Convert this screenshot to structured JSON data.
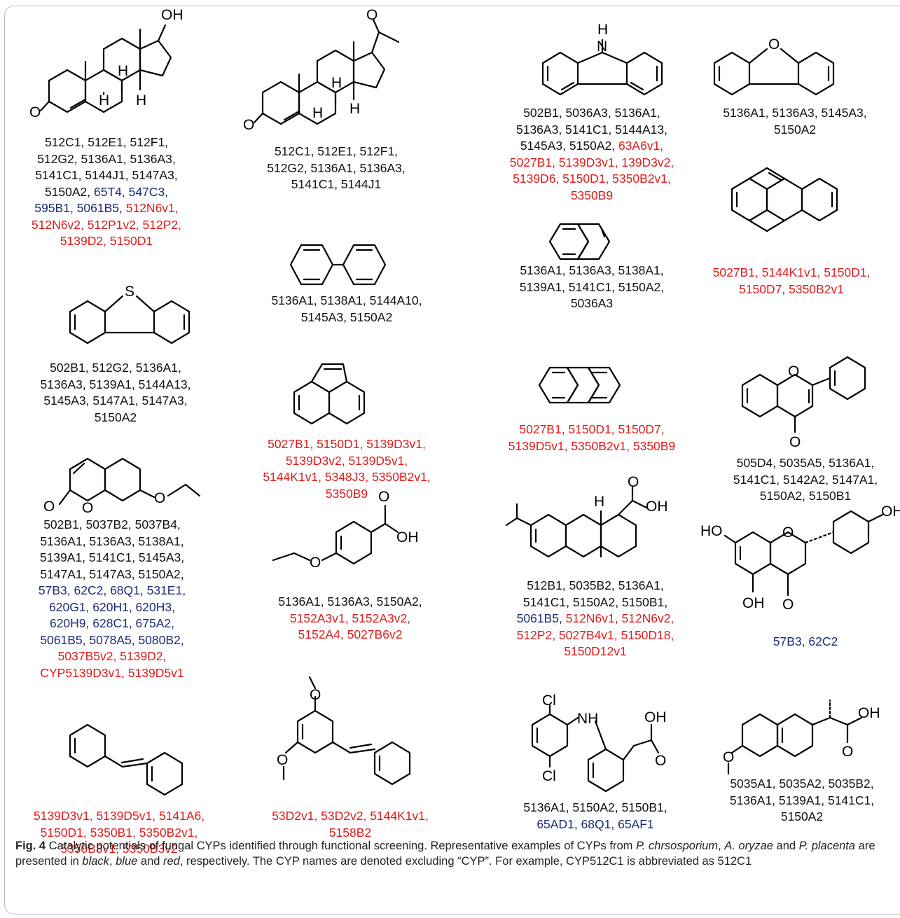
{
  "figure": {
    "label": "Fig. 4",
    "caption": [
      {
        "t": " Catalytic potentials of fungal CYPs identified through functional screening. Representative examples of CYPs from ",
        "i": false
      },
      {
        "t": "P. chrsosporium",
        "i": true
      },
      {
        "t": ", ",
        "i": false
      },
      {
        "t": "A. oryzae",
        "i": true
      },
      {
        "t": " and ",
        "i": false
      },
      {
        "t": "P. placenta",
        "i": true
      },
      {
        "t": " are presented in ",
        "i": false
      },
      {
        "t": "black",
        "i": true
      },
      {
        "t": ", ",
        "i": false
      },
      {
        "t": "blue",
        "i": true
      },
      {
        "t": " and ",
        "i": false
      },
      {
        "t": "red",
        "i": true
      },
      {
        "t": ", respectively. The CYP names are denoted excluding “CYP”. For example, CYP512C1 is abbreviated as 512C1",
        "i": false
      }
    ]
  },
  "colors": {
    "black": "#111111",
    "blue": "#1d2a78",
    "red": "#e21a1a"
  },
  "atoms": {
    "OH": "OH",
    "O": "O",
    "H": "H",
    "S": "S",
    "N": "N",
    "HO": "HO",
    "Cl": "Cl",
    "NH": "NH"
  },
  "cells": {
    "testosterone": [
      [
        {
          "t": "512C1, 512E1, 512F1,",
          "c": "k"
        }
      ],
      [
        {
          "t": "512G2, 5136A1, 5136A3,",
          "c": "k"
        }
      ],
      [
        {
          "t": "5141C1, 5144J1, 5147A3,",
          "c": "k"
        }
      ],
      [
        {
          "t": "5150A2, ",
          "c": "k"
        },
        {
          "t": "65T4, 547C3,",
          "c": "b"
        }
      ],
      [
        {
          "t": "595B1, 5061B5, ",
          "c": "b"
        },
        {
          "t": "512N6v1,",
          "c": "r"
        }
      ],
      [
        {
          "t": "512N6v2, 512P1v2, 512P2,",
          "c": "r"
        }
      ],
      [
        {
          "t": "5139D2, 5150D1",
          "c": "r"
        }
      ]
    ],
    "progesterone": [
      [
        {
          "t": "512C1, 512E1, 512F1,",
          "c": "k"
        }
      ],
      [
        {
          "t": "512G2, 5136A1, 5136A3,",
          "c": "k"
        }
      ],
      [
        {
          "t": "5141C1,  5144J1",
          "c": "k"
        }
      ]
    ],
    "carbazole": [
      [
        {
          "t": "502B1, 5036A3, 5136A1,",
          "c": "k"
        }
      ],
      [
        {
          "t": "5136A3, 5141C1, 5144A13,",
          "c": "k"
        }
      ],
      [
        {
          "t": "5145A3, 5150A2, ",
          "c": "k"
        },
        {
          "t": "63A6v1,",
          "c": "r"
        }
      ],
      [
        {
          "t": "5027B1, 5139D3v1, 139D3v2,",
          "c": "r"
        }
      ],
      [
        {
          "t": "5139D6, 5150D1, 5350B2v1,",
          "c": "r"
        }
      ],
      [
        {
          "t": "5350B9",
          "c": "r"
        }
      ]
    ],
    "dibenzofuran": [
      [
        {
          "t": "5136A1, 5136A3, 5145A3,",
          "c": "k"
        }
      ],
      [
        {
          "t": "5150A2",
          "c": "k"
        }
      ]
    ],
    "dibenzothiophene": [
      [
        {
          "t": "502B1, 512G2, 5136A1,",
          "c": "k"
        }
      ],
      [
        {
          "t": "5136A3, 5139A1, 5144A13,",
          "c": "k"
        }
      ],
      [
        {
          "t": "5145A3, 5147A1, 5147A3,",
          "c": "k"
        }
      ],
      [
        {
          "t": "5150A2",
          "c": "k"
        }
      ]
    ],
    "biphenyl": [
      [
        {
          "t": "5136A1, 5138A1, 5144A10,",
          "c": "k"
        }
      ],
      [
        {
          "t": "5145A3, 5150A2",
          "c": "k"
        }
      ]
    ],
    "naphthalene": [
      [
        {
          "t": "5136A1, 5136A3, 5138A1,",
          "c": "k"
        }
      ],
      [
        {
          "t": "5139A1,  5141C1, 5150A2,",
          "c": "k"
        }
      ],
      [
        {
          "t": "5036A3",
          "c": "k"
        }
      ]
    ],
    "pyrene": [
      [
        {
          "t": "5027B1, 5144K1v1, 5150D1,",
          "c": "r"
        }
      ],
      [
        {
          "t": "5150D7, 5350B2v1",
          "c": "r"
        }
      ]
    ],
    "phenanthrene": [
      [
        {
          "t": "5027B1, 5150D1, 5139D3v1,",
          "c": "r"
        }
      ],
      [
        {
          "t": "5139D3v2, 5139D5v1,",
          "c": "r"
        }
      ],
      [
        {
          "t": "5144K1v1, 5348J3, 5350B2v1,",
          "c": "r"
        }
      ],
      [
        {
          "t": "5350B9",
          "c": "r"
        }
      ]
    ],
    "anthracene": [
      [
        {
          "t": "5027B1, 5150D1, 5150D7,",
          "c": "r"
        }
      ],
      [
        {
          "t": "5139D5v1, 5350B2v1, 5350B9",
          "c": "r"
        }
      ]
    ],
    "flavone": [
      [
        {
          "t": "505D4, 5035A5, 5136A1,",
          "c": "k"
        }
      ],
      [
        {
          "t": "5141C1, 5142A2, 5147A1,",
          "c": "k"
        }
      ],
      [
        {
          "t": "5150A2, 5150B1",
          "c": "k"
        }
      ]
    ],
    "coumarin": [
      [
        {
          "t": "502B1, 5037B2, 5037B4,",
          "c": "k"
        }
      ],
      [
        {
          "t": "5136A1, 5136A3, 5138A1,",
          "c": "k"
        }
      ],
      [
        {
          "t": "5139A1, 5141C1, 5145A3,",
          "c": "k"
        }
      ],
      [
        {
          "t": "5147A1, 5147A3, 5150A2,",
          "c": "k"
        }
      ],
      [
        {
          "t": "57B3, 62C2, 68Q1, 531E1,",
          "c": "b"
        }
      ],
      [
        {
          "t": "620G1, 620H1, 620H3,",
          "c": "b"
        }
      ],
      [
        {
          "t": "620H9, 628C1, 675A2,",
          "c": "b"
        }
      ],
      [
        {
          "t": "5061B5, 5078A5, 5080B2,",
          "c": "b"
        }
      ],
      [
        {
          "t": "5037B5v2, 5139D2,",
          "c": "r"
        }
      ],
      [
        {
          "t": "CYP5139D3v1, 5139D5v1",
          "c": "r"
        }
      ]
    ],
    "ethoxybenzoic": [
      [
        {
          "t": "5136A1, 5136A3, 5150A2,",
          "c": "k"
        }
      ],
      [
        {
          "t": "5152A3v1, 5152A3v2,",
          "c": "r"
        }
      ],
      [
        {
          "t": "5152A4, 5027B6v2",
          "c": "r"
        }
      ]
    ],
    "abietic": [
      [
        {
          "t": "512B1, 5035B2, 5136A1,",
          "c": "k"
        }
      ],
      [
        {
          "t": "5141C1, 5150A2, 5150B1,",
          "c": "k"
        }
      ],
      [
        {
          "t": "5061B5, ",
          "c": "b"
        },
        {
          "t": " 512N6v1, 512N6v2,",
          "c": "r"
        }
      ],
      [
        {
          "t": "512P2, 5027B4v1, 5150D18,",
          "c": "r"
        }
      ],
      [
        {
          "t": "5150D12v1",
          "c": "r"
        }
      ]
    ],
    "naringenin": [
      [
        {
          "t": "57B3, 62C2",
          "c": "b"
        }
      ]
    ],
    "stilbene": [
      [
        {
          "t": "5139D3v1, 5139D5v1, 5141A6,",
          "c": "r"
        }
      ],
      [
        {
          "t": "5150D1, 5350B1, 5350B2v1,",
          "c": "r"
        }
      ],
      [
        {
          "t": "5350B3v1, 5350B3v2",
          "c": "r"
        }
      ]
    ],
    "pterostilbene": [
      [
        {
          "t": "53D2v1, 53D2v2, 5144K1v1,",
          "c": "r"
        }
      ],
      [
        {
          "t": "5158B2",
          "c": "r"
        }
      ]
    ],
    "diclofenac": [
      [
        {
          "t": "5136A1, 5150A2, 5150B1,",
          "c": "k"
        }
      ],
      [
        {
          "t": "65AD1, 68Q1, 65AF1",
          "c": "b"
        }
      ]
    ],
    "naproxen": [
      [
        {
          "t": "5035A1, 5035A2, 5035B2,",
          "c": "k"
        }
      ],
      [
        {
          "t": "5136A1, 5139A1, 5141C1,",
          "c": "k"
        }
      ],
      [
        {
          "t": "5150A2",
          "c": "k"
        }
      ]
    ]
  }
}
